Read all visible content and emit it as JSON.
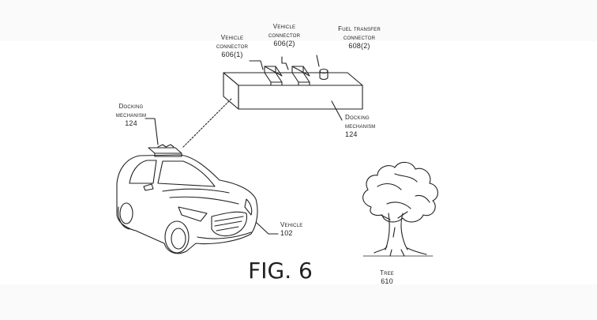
{
  "figure_label": "FIG. 6",
  "labels": {
    "vehicle_connector_1": {
      "line1": "Vehicle",
      "line2": "connector",
      "ref": "606(1)"
    },
    "vehicle_connector_2": {
      "line1": "Vehicle",
      "line2": "connector",
      "ref": "606(2)"
    },
    "fuel_transfer_connector": {
      "line1": "Fuel transfer",
      "line2": "connector",
      "ref": "608(2)"
    },
    "docking_mechanism_car": {
      "line1": "Docking",
      "line2": "mechanism",
      "ref": "124"
    },
    "docking_mechanism_detail": {
      "line1": "Docking",
      "line2": "mechanism",
      "ref": "124"
    },
    "vehicle": {
      "line1": "Vehicle",
      "ref": "102"
    },
    "tree": {
      "line1": "Tree",
      "ref": "610"
    }
  },
  "colors": {
    "line": "#222222",
    "background": "#ffffff"
  },
  "icons": [
    "car-drawing",
    "tree-drawing",
    "docking-box-drawing"
  ]
}
